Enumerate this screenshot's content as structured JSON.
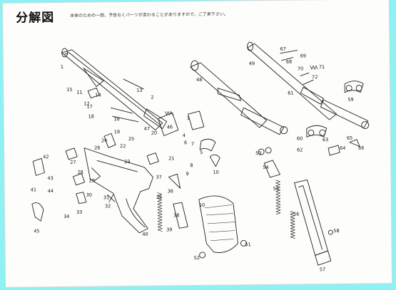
{
  "title": "分解図",
  "note": "本体のための一部、予告なくパーツが変わることがありますので、ご了承下さい。",
  "callouts": [
    "1",
    "2",
    "3",
    "4",
    "5",
    "6",
    "7",
    "8",
    "9",
    "10",
    "11",
    "12",
    "13",
    "14",
    "15",
    "16",
    "17",
    "18",
    "19",
    "20",
    "21",
    "22",
    "23",
    "24",
    "25",
    "26",
    "27",
    "28",
    "29",
    "30",
    "31",
    "32",
    "33",
    "34",
    "35",
    "36",
    "37",
    "38",
    "39",
    "40",
    "41",
    "42",
    "43",
    "44",
    "45",
    "46",
    "47",
    "48",
    "49",
    "50",
    "51",
    "52",
    "53",
    "54",
    "55",
    "56",
    "57",
    "58",
    "59",
    "60",
    "61",
    "62",
    "63",
    "64",
    "65",
    "66",
    "67",
    "68",
    "69",
    "70",
    "71",
    "72"
  ]
}
